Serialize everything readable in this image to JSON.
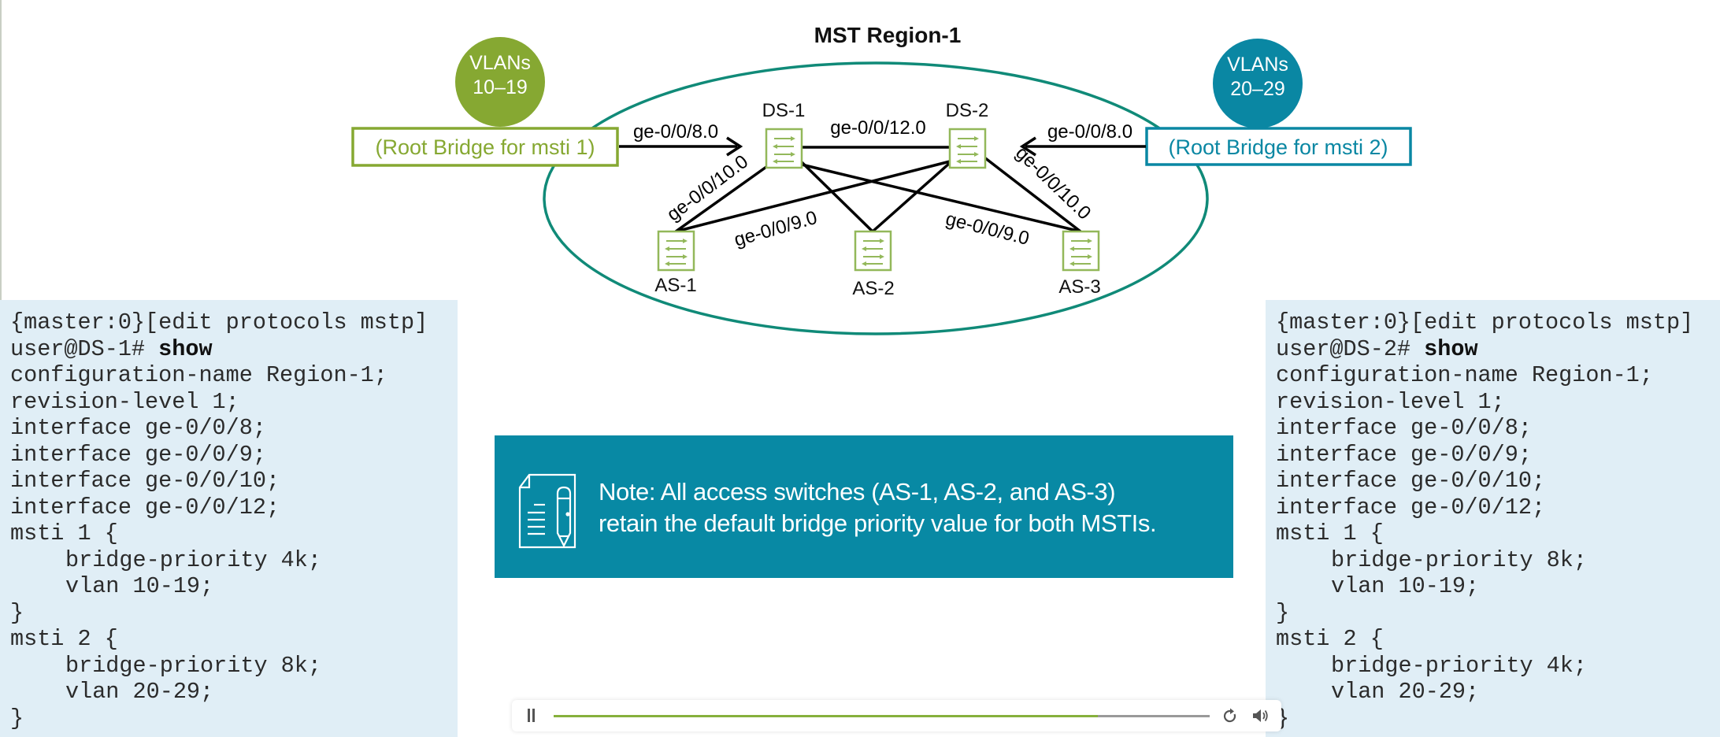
{
  "diagram": {
    "title": "MST Region-1",
    "colors": {
      "msti1": "#86a832",
      "msti2": "#0a87a3",
      "region_outline": "#108a78",
      "switch_outline": "#93b85a",
      "link": "#000000"
    },
    "vlan_badges": [
      {
        "id": "msti1",
        "line1": "VLANs",
        "line2": "10–19"
      },
      {
        "id": "msti2",
        "line1": "VLANs",
        "line2": "20–29"
      }
    ],
    "root_bridge_labels": [
      {
        "id": "msti1",
        "text": "(Root Bridge for msti 1)"
      },
      {
        "id": "msti2",
        "text": "(Root Bridge for msti 2)"
      }
    ],
    "switches": [
      {
        "id": "DS-1",
        "label": "DS-1"
      },
      {
        "id": "DS-2",
        "label": "DS-2"
      },
      {
        "id": "AS-1",
        "label": "AS-1"
      },
      {
        "id": "AS-2",
        "label": "AS-2"
      },
      {
        "id": "AS-3",
        "label": "AS-3"
      }
    ],
    "links": [
      {
        "from": "root-msti1",
        "to": "DS-1",
        "label": "ge-0/0/8.0",
        "arrow": true
      },
      {
        "from": "root-msti2",
        "to": "DS-2",
        "label": "ge-0/0/8.0",
        "arrow": true
      },
      {
        "from": "DS-1",
        "to": "DS-2",
        "label": "ge-0/0/12.0"
      },
      {
        "from": "DS-1",
        "to": "AS-1",
        "label": "ge-0/0/10.0"
      },
      {
        "from": "DS-2",
        "to": "AS-1",
        "label": "ge-0/0/9.0"
      },
      {
        "from": "DS-1",
        "to": "AS-2",
        "label": ""
      },
      {
        "from": "DS-2",
        "to": "AS-2",
        "label": ""
      },
      {
        "from": "DS-1",
        "to": "AS-3",
        "label": "ge-0/0/9.0"
      },
      {
        "from": "DS-2",
        "to": "AS-3",
        "label": "ge-0/0/10.0"
      }
    ]
  },
  "config_left": {
    "device": "DS-1",
    "lines": [
      {
        "text": "{master:0}[edit protocols mstp]"
      },
      {
        "prompt": "user@DS-1# ",
        "command": "show"
      },
      {
        "text": "configuration-name Region-1;"
      },
      {
        "text": "revision-level 1;"
      },
      {
        "text": "interface ge-0/0/8;"
      },
      {
        "text": "interface ge-0/0/9;"
      },
      {
        "text": "interface ge-0/0/10;"
      },
      {
        "text": "interface ge-0/0/12;"
      },
      {
        "text": "msti 1 {"
      },
      {
        "text": "bridge-priority 4k;",
        "indent": true
      },
      {
        "text": "vlan 10-19;",
        "indent": true
      },
      {
        "text": "}"
      },
      {
        "text": "msti 2 {"
      },
      {
        "text": "bridge-priority 8k;",
        "indent": true
      },
      {
        "text": "vlan 20-29;",
        "indent": true
      },
      {
        "text": "}"
      }
    ]
  },
  "config_right": {
    "device": "DS-2",
    "lines": [
      {
        "text": "{master:0}[edit protocols mstp]"
      },
      {
        "prompt": "user@DS-2# ",
        "command": "show"
      },
      {
        "text": "configuration-name Region-1;"
      },
      {
        "text": "revision-level 1;"
      },
      {
        "text": "interface ge-0/0/8;"
      },
      {
        "text": "interface ge-0/0/9;"
      },
      {
        "text": "interface ge-0/0/10;"
      },
      {
        "text": "interface ge-0/0/12;"
      },
      {
        "text": "msti 1 {"
      },
      {
        "text": "bridge-priority 8k;",
        "indent": true
      },
      {
        "text": "vlan 10-19;",
        "indent": true
      },
      {
        "text": "}"
      },
      {
        "text": "msti 2 {"
      },
      {
        "text": "bridge-priority 4k;",
        "indent": true
      },
      {
        "text": "vlan 20-29;",
        "indent": true
      },
      {
        "text": "}"
      }
    ]
  },
  "note": {
    "icon": "document-pencil-icon",
    "line1": "Note: All access switches (AS-1, AS-2, and AS-3)",
    "line2": "retain the default bridge priority value for both MSTIs.",
    "background": "#0889a4"
  },
  "player": {
    "state": "playing",
    "pause_icon": "pause-icon",
    "progress_fraction": 0.83,
    "progress_color": "#86b03c",
    "track_color": "#999999",
    "reload_icon": "reload-icon",
    "volume_icon": "volume-icon"
  }
}
